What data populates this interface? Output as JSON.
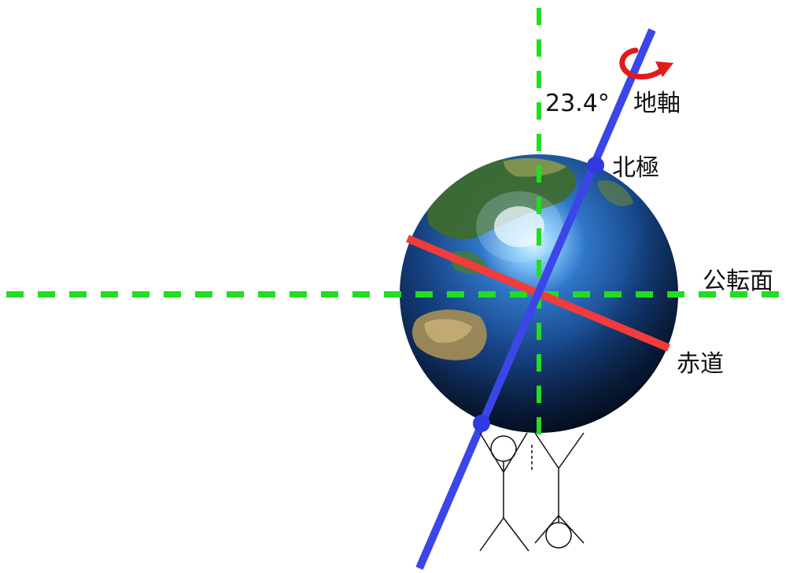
{
  "labels": {
    "angle": "23.4°",
    "axis": "地軸",
    "north_pole": "北極",
    "orbital_plane": "公転面",
    "equator": "赤道"
  },
  "colors": {
    "axis_line": "#3b46e8",
    "equator_line": "#f23b3b",
    "reference_lines": "#22dd22",
    "rotation_arrow": "#e01b1b",
    "stick_figures": "#111111"
  },
  "icons": {
    "rotation": "counterclockwise-rotation-arrow-icon",
    "globe": "earth-globe",
    "figures": "two-stick-figures-standing-upright-and-upside-down"
  }
}
